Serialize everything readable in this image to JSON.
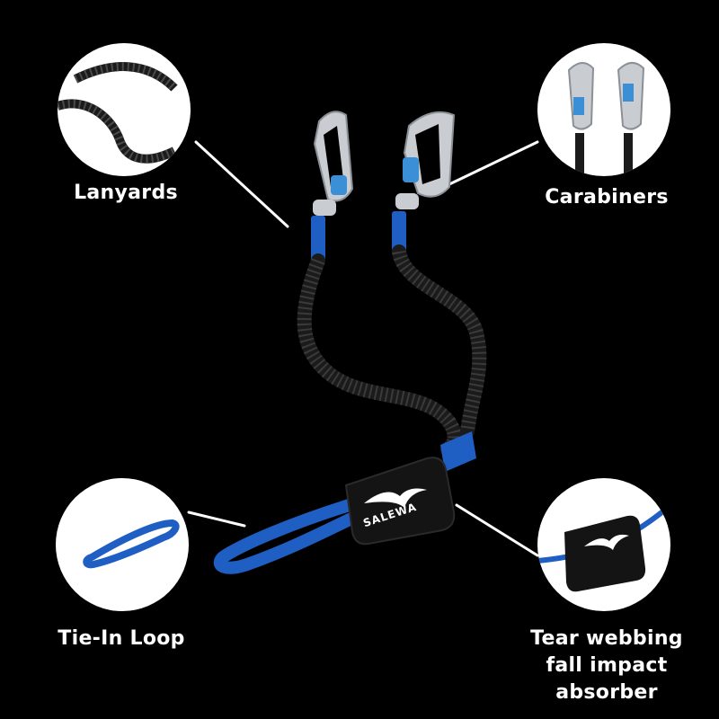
{
  "labels": {
    "lanyards": "Lanyards",
    "carabiners": "Carabiners",
    "tie_in_loop": "Tie-In Loop",
    "tear_webbing_line1": "Tear webbing",
    "tear_webbing_line2": "fall impact",
    "tear_webbing_line3": "absorber"
  },
  "logo_text": "SALEWA",
  "colors": {
    "background": "#000000",
    "accent_blue": "#1f5fc4",
    "cord_black": "#1a1a1a",
    "metal": "#c9cdd2",
    "label_text": "#ffffff",
    "callout_line": "#ffffff"
  }
}
